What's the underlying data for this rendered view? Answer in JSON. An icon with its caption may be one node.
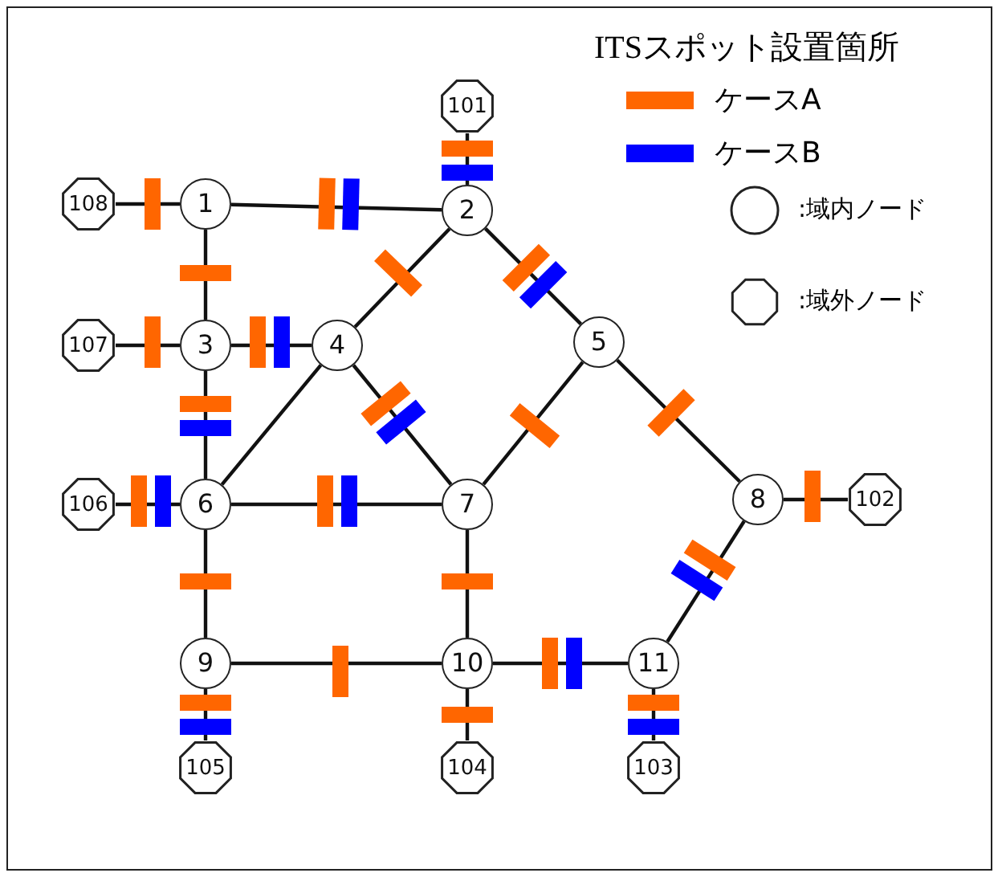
{
  "diagram": {
    "title": "ITSスポット設置箇所",
    "nodes": [
      {
        "text": [
          "1"
        ]
      },
      {
        "text": [
          "2"
        ]
      },
      {
        "text": [
          "3"
        ]
      },
      {
        "text": [
          "4"
        ]
      },
      {
        "text": [
          "5"
        ]
      },
      {
        "text": [
          "6"
        ]
      },
      {
        "text": [
          "7"
        ]
      },
      {
        "text": [
          "8"
        ]
      },
      {
        "text": [
          "9"
        ]
      },
      {
        "text": [
          "10"
        ]
      },
      {
        "text": [
          "11"
        ]
      },
      {
        "text": [
          "101"
        ]
      },
      {
        "text": [
          "102"
        ]
      },
      {
        "text": [
          "103"
        ]
      },
      {
        "text": [
          "104"
        ]
      },
      {
        "text": [
          "105"
        ]
      },
      {
        "text": [
          "106"
        ]
      },
      {
        "text": [
          "107"
        ]
      },
      {
        "text": [
          "108"
        ]
      }
    ],
    "edges": [
      {
        "from": 0,
        "to": 1,
        "arrow": "none"
      },
      {
        "from": 0,
        "to": 2,
        "arrow": "none"
      },
      {
        "from": 0,
        "to": 18,
        "arrow": "none"
      },
      {
        "from": 1,
        "to": 11,
        "arrow": "none"
      },
      {
        "from": 1,
        "to": 3,
        "arrow": "none"
      },
      {
        "from": 1,
        "to": 4,
        "arrow": "none"
      },
      {
        "from": 2,
        "to": 3,
        "arrow": "none"
      },
      {
        "from": 2,
        "to": 5,
        "arrow": "none"
      },
      {
        "from": 2,
        "to": 17,
        "arrow": "none"
      },
      {
        "from": 3,
        "to": 5,
        "arrow": "none"
      },
      {
        "from": 3,
        "to": 6,
        "arrow": "none"
      },
      {
        "from": 4,
        "to": 6,
        "arrow": "none"
      },
      {
        "from": 4,
        "to": 7,
        "arrow": "none"
      },
      {
        "from": 5,
        "to": 6,
        "arrow": "none"
      },
      {
        "from": 5,
        "to": 8,
        "arrow": "none"
      },
      {
        "from": 5,
        "to": 16,
        "arrow": "none"
      },
      {
        "from": 6,
        "to": 9,
        "arrow": "none"
      },
      {
        "from": 7,
        "to": 12,
        "arrow": "none"
      },
      {
        "from": 7,
        "to": 10,
        "arrow": "none"
      },
      {
        "from": 8,
        "to": 9,
        "arrow": "none"
      },
      {
        "from": 8,
        "to": 15,
        "arrow": "none"
      },
      {
        "from": 9,
        "to": 10,
        "arrow": "none"
      },
      {
        "from": 9,
        "to": 14,
        "arrow": "none"
      },
      {
        "from": 10,
        "to": 13,
        "arrow": "none"
      }
    ],
    "legend": [
      {
        "text": "ケースA",
        "color": "#ff6600"
      },
      {
        "text": "ケースB",
        "color": "#0000ff"
      },
      {
        "text": ":域内ノード"
      },
      {
        "text": ":域外ノード"
      }
    ]
  }
}
